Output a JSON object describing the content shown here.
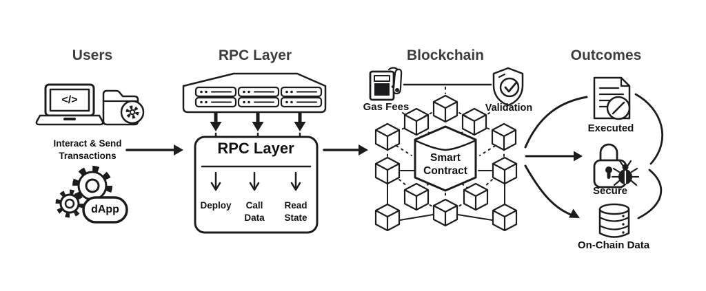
{
  "users": {
    "title": "Users",
    "laptop_code": "</>",
    "interact": {
      "line1": "Interact & Send",
      "line2": "Transactions"
    },
    "dapp": "dApp"
  },
  "rpc": {
    "title": "RPC Layer",
    "box_title": "RPC Layer",
    "actions": [
      {
        "line1": "Deploy",
        "line2": ""
      },
      {
        "line1": "Call",
        "line2": "Data"
      },
      {
        "line1": "Read",
        "line2": "State"
      }
    ]
  },
  "blockchain": {
    "title": "Blockchain",
    "gas_fees": "Gas Fees",
    "validation": "Validation",
    "smart_contract": {
      "line1": "Smart",
      "line2": "Contract"
    }
  },
  "outcomes": {
    "title": "Outcomes",
    "items": [
      {
        "label": "Executed"
      },
      {
        "label": "Secure"
      },
      {
        "label": "On-Chain Data"
      }
    ]
  },
  "icons": [
    "laptop-code-icon",
    "folder-gear-icon",
    "gears-icon",
    "dapp-pill",
    "server-cluster-icon",
    "down-arrow-icon",
    "gas-pump-icon",
    "shield-check-icon",
    "cube-node-icon",
    "smart-contract-box-icon",
    "document-check-icon",
    "padlock-icon",
    "bug-icon",
    "database-icon",
    "flow-arrow",
    "brace-curve"
  ],
  "colors": {
    "ink": "#1c1c1e",
    "heading": "#3d3d3d",
    "background": "#ffffff"
  }
}
